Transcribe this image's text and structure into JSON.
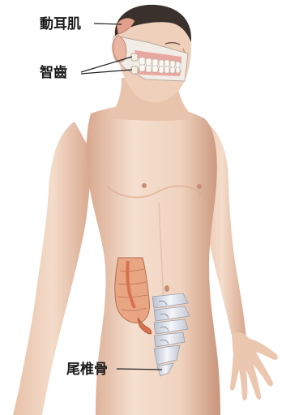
{
  "labels": {
    "ear_muscle": "動耳肌",
    "wisdom_teeth": "智齒",
    "tailbone": "尾椎骨"
  },
  "colors": {
    "background": "#ffffff",
    "skin_light": "#f4dccb",
    "skin_mid": "#e6bba2",
    "skin_shadow": "#c99378",
    "hair": "#3a302c",
    "bone": "#eef0f5",
    "bone_shadow": "#a9afc0",
    "gum": "#e7a8a0",
    "intestine": "#e7a07a",
    "appendix": "#d9714f",
    "label_text": "#1a1a1a",
    "leader_line": "#222222"
  },
  "icons": [
    "human-torso-figure",
    "skull-jaw-cutaway",
    "appendix-cutaway",
    "coccyx-spine-cutaway"
  ]
}
